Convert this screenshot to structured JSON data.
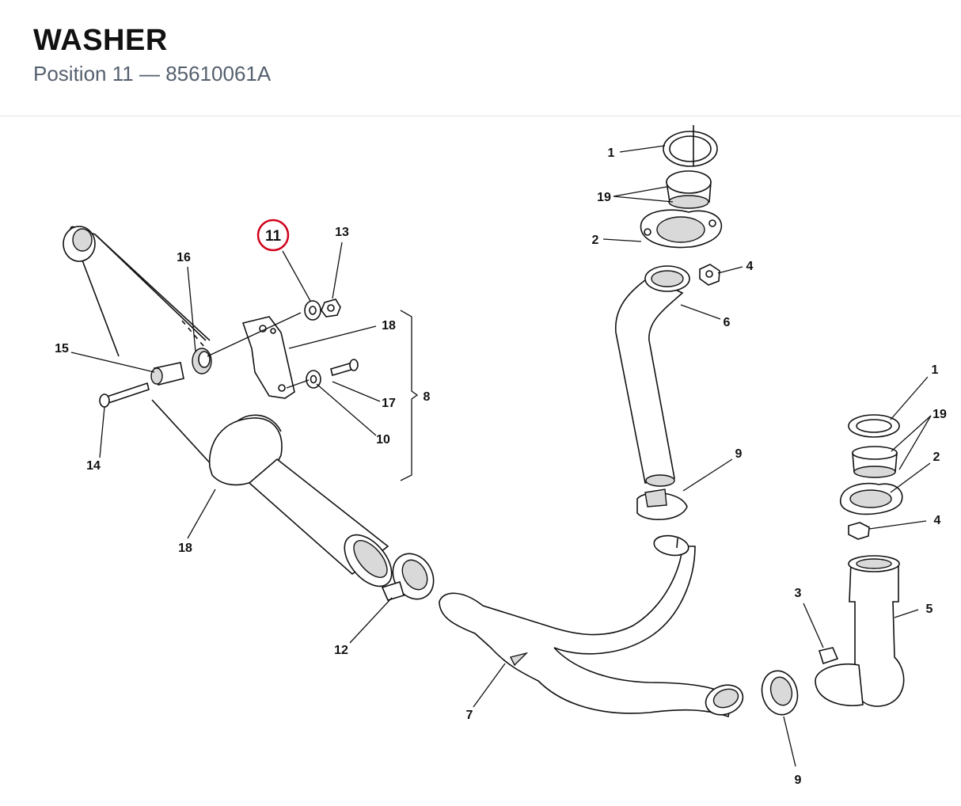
{
  "header": {
    "title": "WASHER",
    "position_label": "Position 11",
    "separator": "—",
    "part_number": "85610061A"
  },
  "highlight": {
    "position": "11",
    "color": "#d0021b"
  },
  "callouts": {
    "c1a": "1",
    "c19a": "19",
    "c2a": "2",
    "c4a": "4",
    "c6": "6",
    "c11": "11",
    "c13": "13",
    "c16": "16",
    "c18a": "18",
    "c15": "15",
    "c8": "8",
    "c17": "17",
    "c10": "10",
    "c14": "14",
    "c9a": "9",
    "c18b": "18",
    "c12": "12",
    "c7": "7",
    "c1b": "1",
    "c19b": "19",
    "c2b": "2",
    "c4b": "4",
    "c5": "5",
    "c3": "3",
    "c9b": "9"
  }
}
